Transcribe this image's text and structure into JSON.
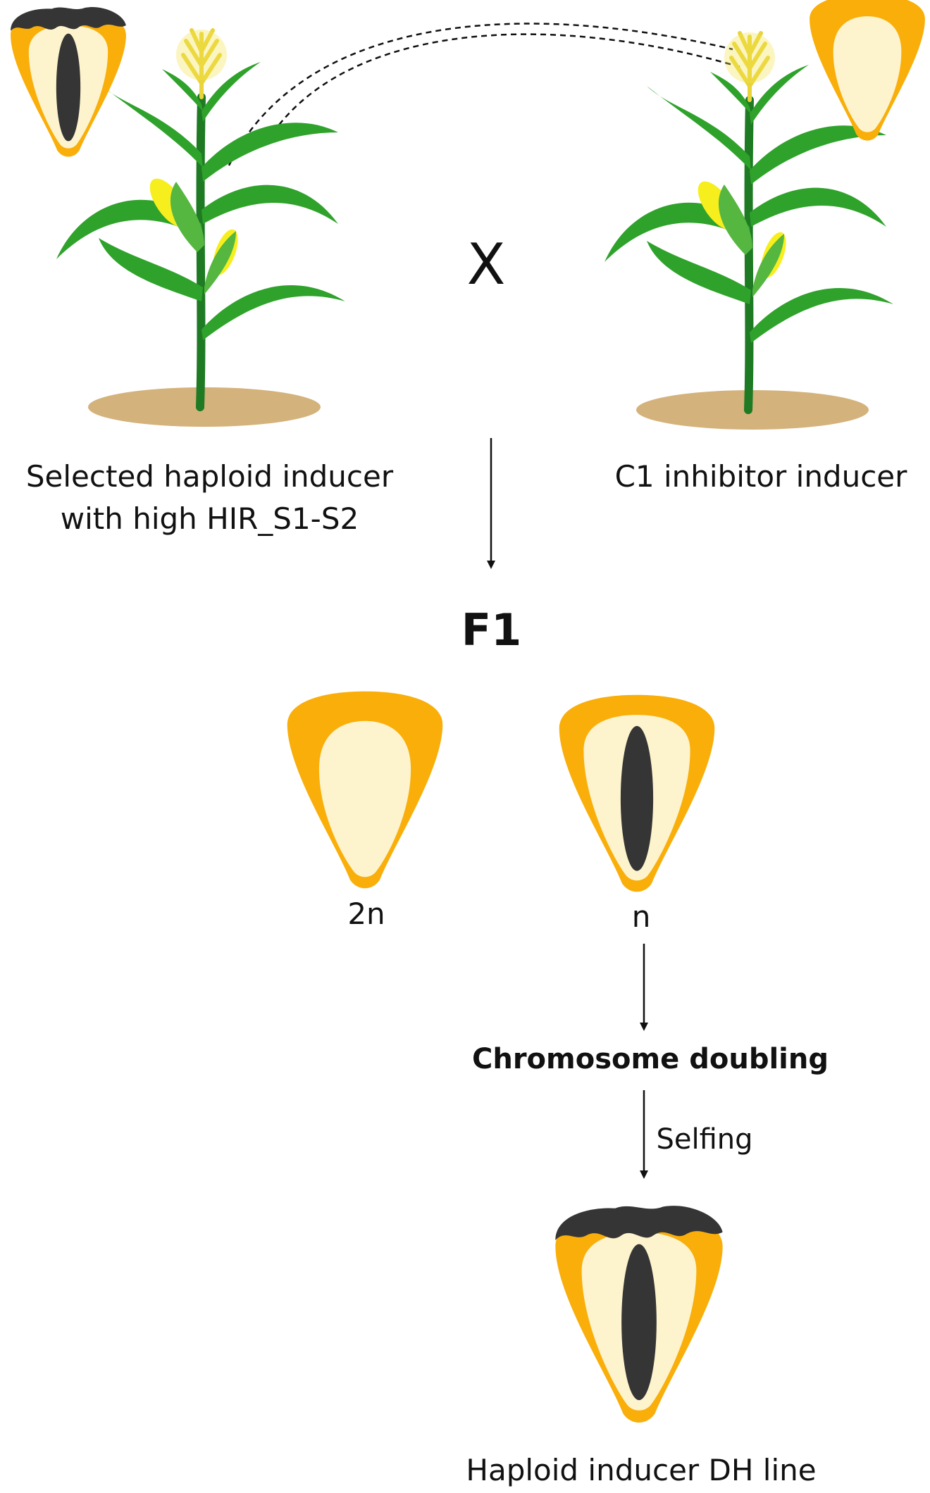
{
  "labels": {
    "parent_left_line1": "Selected haploid inducer",
    "parent_left_line2": "with high HIR_S1-S2",
    "parent_right": "C1 inhibitor inducer",
    "cross_symbol": "X",
    "generation": "F1",
    "kernel_diploid": "2n",
    "kernel_haploid": "n",
    "step_doubling": "Chromosome doubling",
    "step_selfing": "Selfing",
    "result": "Haploid inducer DH line"
  },
  "colors": {
    "pericarp": "#F9AE09",
    "endosperm": "#FDF3CC",
    "embryo_purple": "#353535",
    "crown_purple": "#353535",
    "leaf": "#2FA22B",
    "stem": "#1E7A23",
    "tassel": "#F4E34C",
    "ear": "#F7EE1E",
    "soil": "#D4B27C"
  },
  "icons": [
    "maize-plant-icon",
    "kernel-icon",
    "arrow-down-icon",
    "pollination-arc-icon"
  ]
}
